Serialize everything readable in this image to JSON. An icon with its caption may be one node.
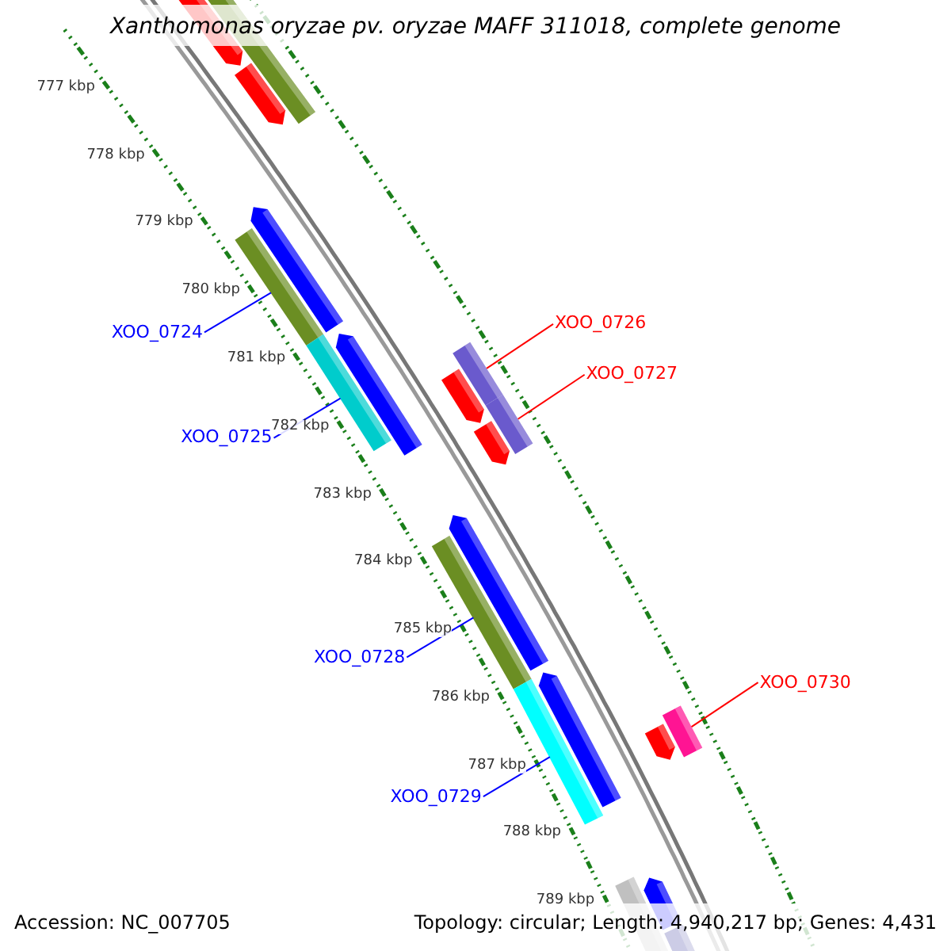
{
  "diagram": {
    "title": "Xanthomonas oryzae pv. oryzae MAFF 311018, complete genome",
    "nodes": [
      {
        "text": [
          "XOO_0724"
        ]
      },
      {
        "text": [
          "XOO_0725"
        ]
      },
      {
        "text": [
          "XOO_0726"
        ]
      },
      {
        "text": [
          "XOO_0727"
        ]
      },
      {
        "text": [
          "XOO_0728"
        ]
      },
      {
        "text": [
          "XOO_0729"
        ]
      },
      {
        "text": [
          "XOO_0730"
        ]
      },
      {
        "text": [],
        "shape": "arrow"
      },
      {
        "text": [],
        "shape": "arrow"
      },
      {
        "text": [],
        "shape": "bar"
      },
      {
        "text": [],
        "shape": "arrow"
      },
      {
        "text": [],
        "shape": "bar"
      },
      {
        "text": [],
        "shape": "arrow"
      },
      {
        "text": [],
        "shape": "bar"
      },
      {
        "text": [],
        "shape": "arrow"
      },
      {
        "text": [],
        "shape": "arrow"
      },
      {
        "text": [],
        "shape": "bar"
      },
      {
        "text": [],
        "shape": "bar"
      },
      {
        "text": [],
        "shape": "arrow"
      },
      {
        "text": [],
        "shape": "bar"
      },
      {
        "text": [],
        "shape": "arrow"
      },
      {
        "text": [],
        "shape": "bar"
      },
      {
        "text": [],
        "shape": "arrow"
      },
      {
        "text": [],
        "shape": "bar"
      },
      {
        "text": [],
        "shape": "bar"
      },
      {
        "text": [],
        "shape": "arrow"
      },
      {
        "text": [],
        "shape": "bar"
      }
    ],
    "edges": [
      {
        "from": 0,
        "to": 11,
        "arrow": "none"
      },
      {
        "from": 1,
        "to": 13,
        "arrow": "none"
      },
      {
        "from": 2,
        "to": 16,
        "arrow": "none",
        "color": "#ff0000"
      },
      {
        "from": 3,
        "to": 17,
        "arrow": "none",
        "color": "#ff0000"
      },
      {
        "from": 4,
        "to": 19,
        "arrow": "none"
      },
      {
        "from": 5,
        "to": 21,
        "arrow": "none"
      },
      {
        "from": 6,
        "to": 23,
        "arrow": "none",
        "color": "#ff0000"
      }
    ],
    "labels": [
      "777 kbp",
      "778 kbp",
      "779 kbp",
      "780 kbp",
      "781 kbp",
      "782 kbp",
      "783 kbp",
      "784 kbp",
      "785 kbp",
      "786 kbp",
      "787 kbp",
      "788 kbp",
      "789 kbp",
      "Accession: NC_007705",
      "Topology: circular; Length: 4,940,217 bp; Genes: 4,431"
    ]
  }
}
